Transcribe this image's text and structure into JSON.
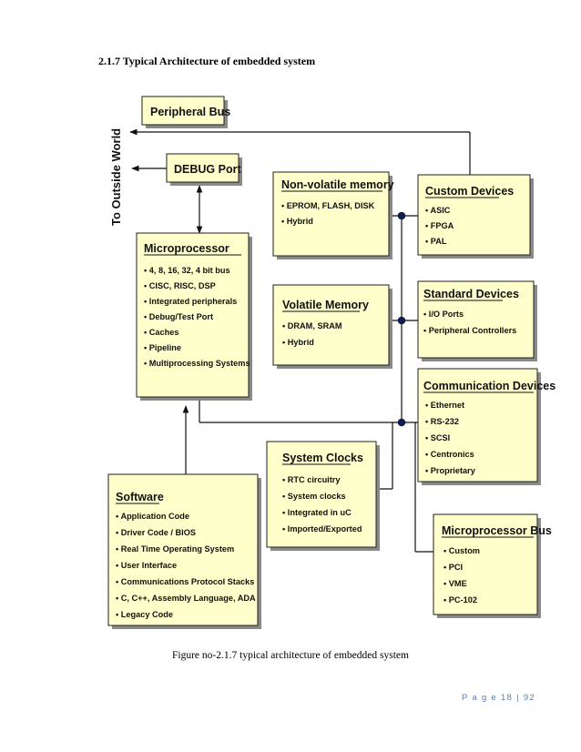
{
  "heading": "2.1.7 Typical Architecture of embedded system",
  "diagram": {
    "side_label": "To Outside World",
    "peripheral_bus": {
      "title": "Peripheral Bus"
    },
    "debug_port": {
      "title": "DEBUG Port"
    },
    "microprocessor": {
      "title": "Microprocessor",
      "items": [
        "4, 8, 16, 32, 4 bit bus",
        "CISC, RISC, DSP",
        "Integrated peripherals",
        "Debug/Test Port",
        "Caches",
        "Pipeline",
        "Multiprocessing Systems"
      ]
    },
    "nonvolatile_memory": {
      "title": "Non-volatile memory",
      "items": [
        "EPROM, FLASH, DISK",
        "Hybrid"
      ]
    },
    "volatile_memory": {
      "title": "Volatile Memory",
      "items": [
        "DRAM, SRAM",
        "Hybrid"
      ]
    },
    "custom_devices": {
      "title": "Custom Devices",
      "items": [
        "ASIC",
        "FPGA",
        "PAL"
      ]
    },
    "standard_devices": {
      "title": "Standard Devices",
      "items": [
        "I/O Ports",
        "Peripheral Controllers"
      ]
    },
    "communication_devices": {
      "title": "Communication Devices",
      "items": [
        "Ethernet",
        "RS-232",
        "SCSI",
        "Centronics",
        "Proprietary"
      ]
    },
    "system_clocks": {
      "title": "System Clocks",
      "items": [
        "RTC circuitry",
        "System clocks",
        "Integrated in uC",
        "Imported/Exported"
      ]
    },
    "software": {
      "title": "Software",
      "items": [
        "Application Code",
        "Driver Code / BIOS",
        "Real Time Operating System",
        "User Interface",
        "Communications Protocol Stacks",
        "C, C++, Assembly Language, ADA",
        "Legacy Code"
      ]
    },
    "microprocessor_bus": {
      "title": "Microprocessor Bus",
      "items": [
        "Custom",
        "PCI",
        "VME",
        "PC-102"
      ]
    }
  },
  "caption": "Figure no-2.1.7 typical architecture of embedded system",
  "page_number": "P a g e 18 | 92"
}
